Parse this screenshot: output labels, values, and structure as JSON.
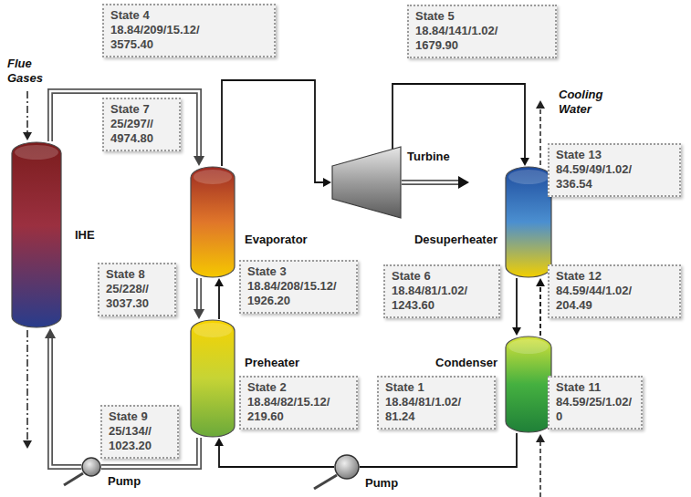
{
  "diagram": {
    "nodes": [
      {
        "text": [
          "State 4",
          "18.84/209/15.12/ 3575.40"
        ]
      },
      {
        "text": [
          "State 5",
          "18.84/141/1.02/ 1679.90"
        ]
      },
      {
        "text": [
          "IHE"
        ]
      },
      {
        "text": [
          "State 7",
          "25/297// 4974.80"
        ]
      },
      {
        "text": [
          "Evaporator"
        ]
      },
      {
        "text": [
          "Turbine"
        ]
      },
      {
        "text": [
          "Desuperheater"
        ]
      },
      {
        "text": [
          "State 13",
          "84.59/49/1.02/ 336.54"
        ]
      },
      {
        "text": [
          "State 8",
          "25/228// 3037.30"
        ]
      },
      {
        "text": [
          "State 3",
          "18.84/208/15.12/ 1926.20"
        ]
      },
      {
        "text": [
          "State 6",
          "18.84/81/1.02/ 1243.60"
        ]
      },
      {
        "text": [
          "State 12",
          "84.59/44/1.02/ 204.49"
        ]
      },
      {
        "text": [
          "Preheater"
        ]
      },
      {
        "text": [
          "Condenser"
        ]
      },
      {
        "text": [
          "State 9",
          "25/134// 1023.20"
        ]
      },
      {
        "text": [
          "State 2",
          "18.84/82/15.12/ 219.60"
        ]
      },
      {
        "text": [
          "State 1",
          "18.84/81/1.02/ 81.24"
        ]
      },
      {
        "text": [
          "State 11",
          "84.59/25/1.02/ 0"
        ]
      },
      {
        "text": [
          "Pump"
        ]
      },
      {
        "text": [
          "Pump"
        ]
      }
    ],
    "edges": [
      {
        "from": 2,
        "to": 4,
        "arrow": "to"
      },
      {
        "from": 4,
        "to": 5,
        "arrow": "to"
      },
      {
        "from": 5,
        "to": 6,
        "arrow": "to"
      },
      {
        "from": 6,
        "to": 13,
        "arrow": "to"
      },
      {
        "from": 13,
        "to": 19,
        "arrow": "none"
      },
      {
        "from": 19,
        "to": 12,
        "arrow": "to"
      },
      {
        "from": 12,
        "to": 4,
        "arrow": "to"
      },
      {
        "from": 4,
        "to": 12,
        "arrow": "to"
      },
      {
        "from": 12,
        "to": 18,
        "arrow": "none"
      },
      {
        "from": 18,
        "to": 2,
        "arrow": "to"
      },
      {
        "from": 13,
        "to": 6,
        "arrow": "to"
      }
    ],
    "labels": [
      "Flue Gases",
      "Cooling Water"
    ]
  }
}
